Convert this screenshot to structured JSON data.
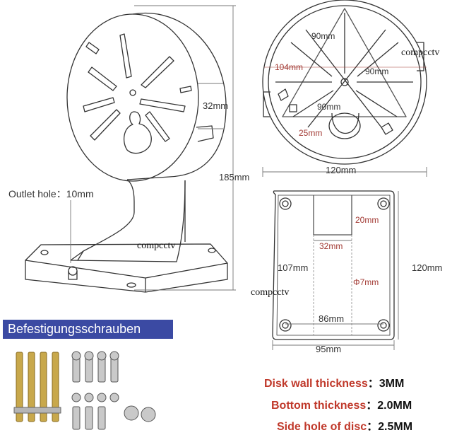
{
  "dimensions": {
    "wall_depth": "32mm",
    "total_height": "185mm",
    "outlet_label": "Outlet hole：",
    "outlet_value": "10mm",
    "disc_spoke_top": "90mm",
    "disc_spoke_right": "90mm",
    "disc_spoke_bottom": "90mm",
    "disc_span": "104mm",
    "disc_hole": "25mm",
    "disc_width": "120mm",
    "base_slot_height": "20mm",
    "base_slot_width": "32mm",
    "base_inner_height": "107mm",
    "base_outer_height": "120mm",
    "base_hole": "Φ7mm",
    "base_hole_span": "86mm",
    "base_width": "95mm"
  },
  "watermarks": {
    "top_right": "compcctv",
    "middle": "compcctv",
    "lower": "compcctv"
  },
  "screws_label": "Befestigungsschrauben",
  "specs": [
    {
      "label": "Disk wall thickness",
      "sep": "：",
      "value": "3MM"
    },
    {
      "label": "Bottom thickness",
      "sep": "：",
      "value": "2.0MM"
    },
    {
      "label": "Side hole of disc",
      "sep": "：",
      "value": "2.5MM"
    }
  ],
  "colors": {
    "badge": "#3b4aa3",
    "spec_label": "#c0392b",
    "dimension_red": "#a23a34"
  }
}
